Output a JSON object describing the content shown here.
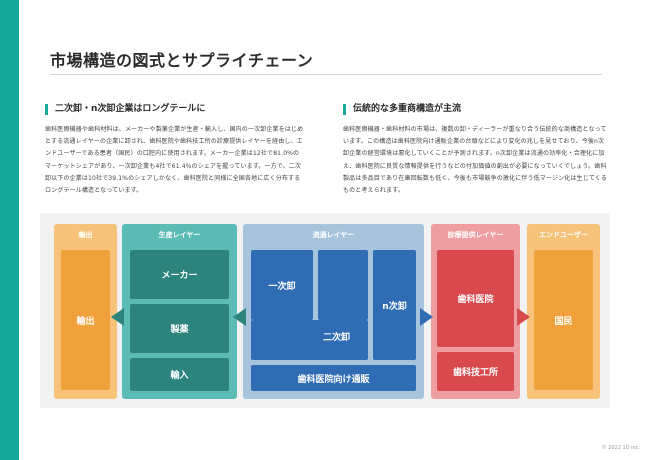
{
  "page": {
    "title": "市場構造の図式とサプライチェーン",
    "copyright": "© 2022 1D inc."
  },
  "left_section": {
    "heading": "二次卸・n次卸企業はロングテールに",
    "body": "歯科医療機器や歯科材料は、メーカーや製薬企業が生産・輸入し、国内の一次卸企業をはじめとする流通レイヤーの企業に卸され、歯科医院や歯科技工所の診療提供レイヤーを経由し、エンドユーザーである患者（国民）の口腔内に使用されます。メーカー企業は12社で81.0%のマーケットシェアがあり、一次卸企業も4社で61.4%のシェアを握っています。一方で、二次卸以下の企業は10社で39.1%のシェアしかなく、歯科医院と同様に全国各地に広く分布するロングテール構造となっています。"
  },
  "right_section": {
    "heading": "伝統的な多重商構造が主流",
    "body": "歯科医療機器・歯科材料の市場は、複数の卸・ディーラーが重なり合う伝統的な商構造となっています。この構造は歯科医院向け通販企業の台頭などにより変化の兆しを見せており、今後n次卸企業の経営環境は悪化していくことが予測されます。n次卸企業は流通の効率化・合理化に加え、歯科医院に良質な情報提供を行うなどの付加価値の創出が必要になっていくでしょう。歯科製品は多品目であり在庫回転数も低く、今後も市場競争の激化に伴う低マージン化は生じてくるものと考えられます。"
  },
  "diagram": {
    "import_layer": {
      "label": "輸出",
      "box": "輸出"
    },
    "production_layer": {
      "label": "生産レイヤー",
      "maker": "メーカー",
      "pharma": "製薬",
      "import": "輸入"
    },
    "distribution_layer": {
      "label": "流通レイヤー",
      "primary": "一次卸",
      "secondary": "二次卸",
      "nth": "n次卸",
      "online": "歯科医院向け通販"
    },
    "clinic_layer": {
      "label": "診療提供レイヤー",
      "clinic": "歯科医院",
      "lab": "歯科技工所"
    },
    "enduser_layer": {
      "label": "エンドユーザー",
      "citizen": "国民"
    },
    "colors": {
      "teal_dark": "#2d847d",
      "teal_light": "#5bbcb5",
      "blue_dark": "#2f6cb3",
      "blue_light": "#a8c3dc",
      "red_dark": "#d94a4f",
      "red_light": "#ee9ea0",
      "orange_dark": "#f0a13c",
      "orange_light": "#f7c27a",
      "brand": "#13a89a"
    }
  }
}
